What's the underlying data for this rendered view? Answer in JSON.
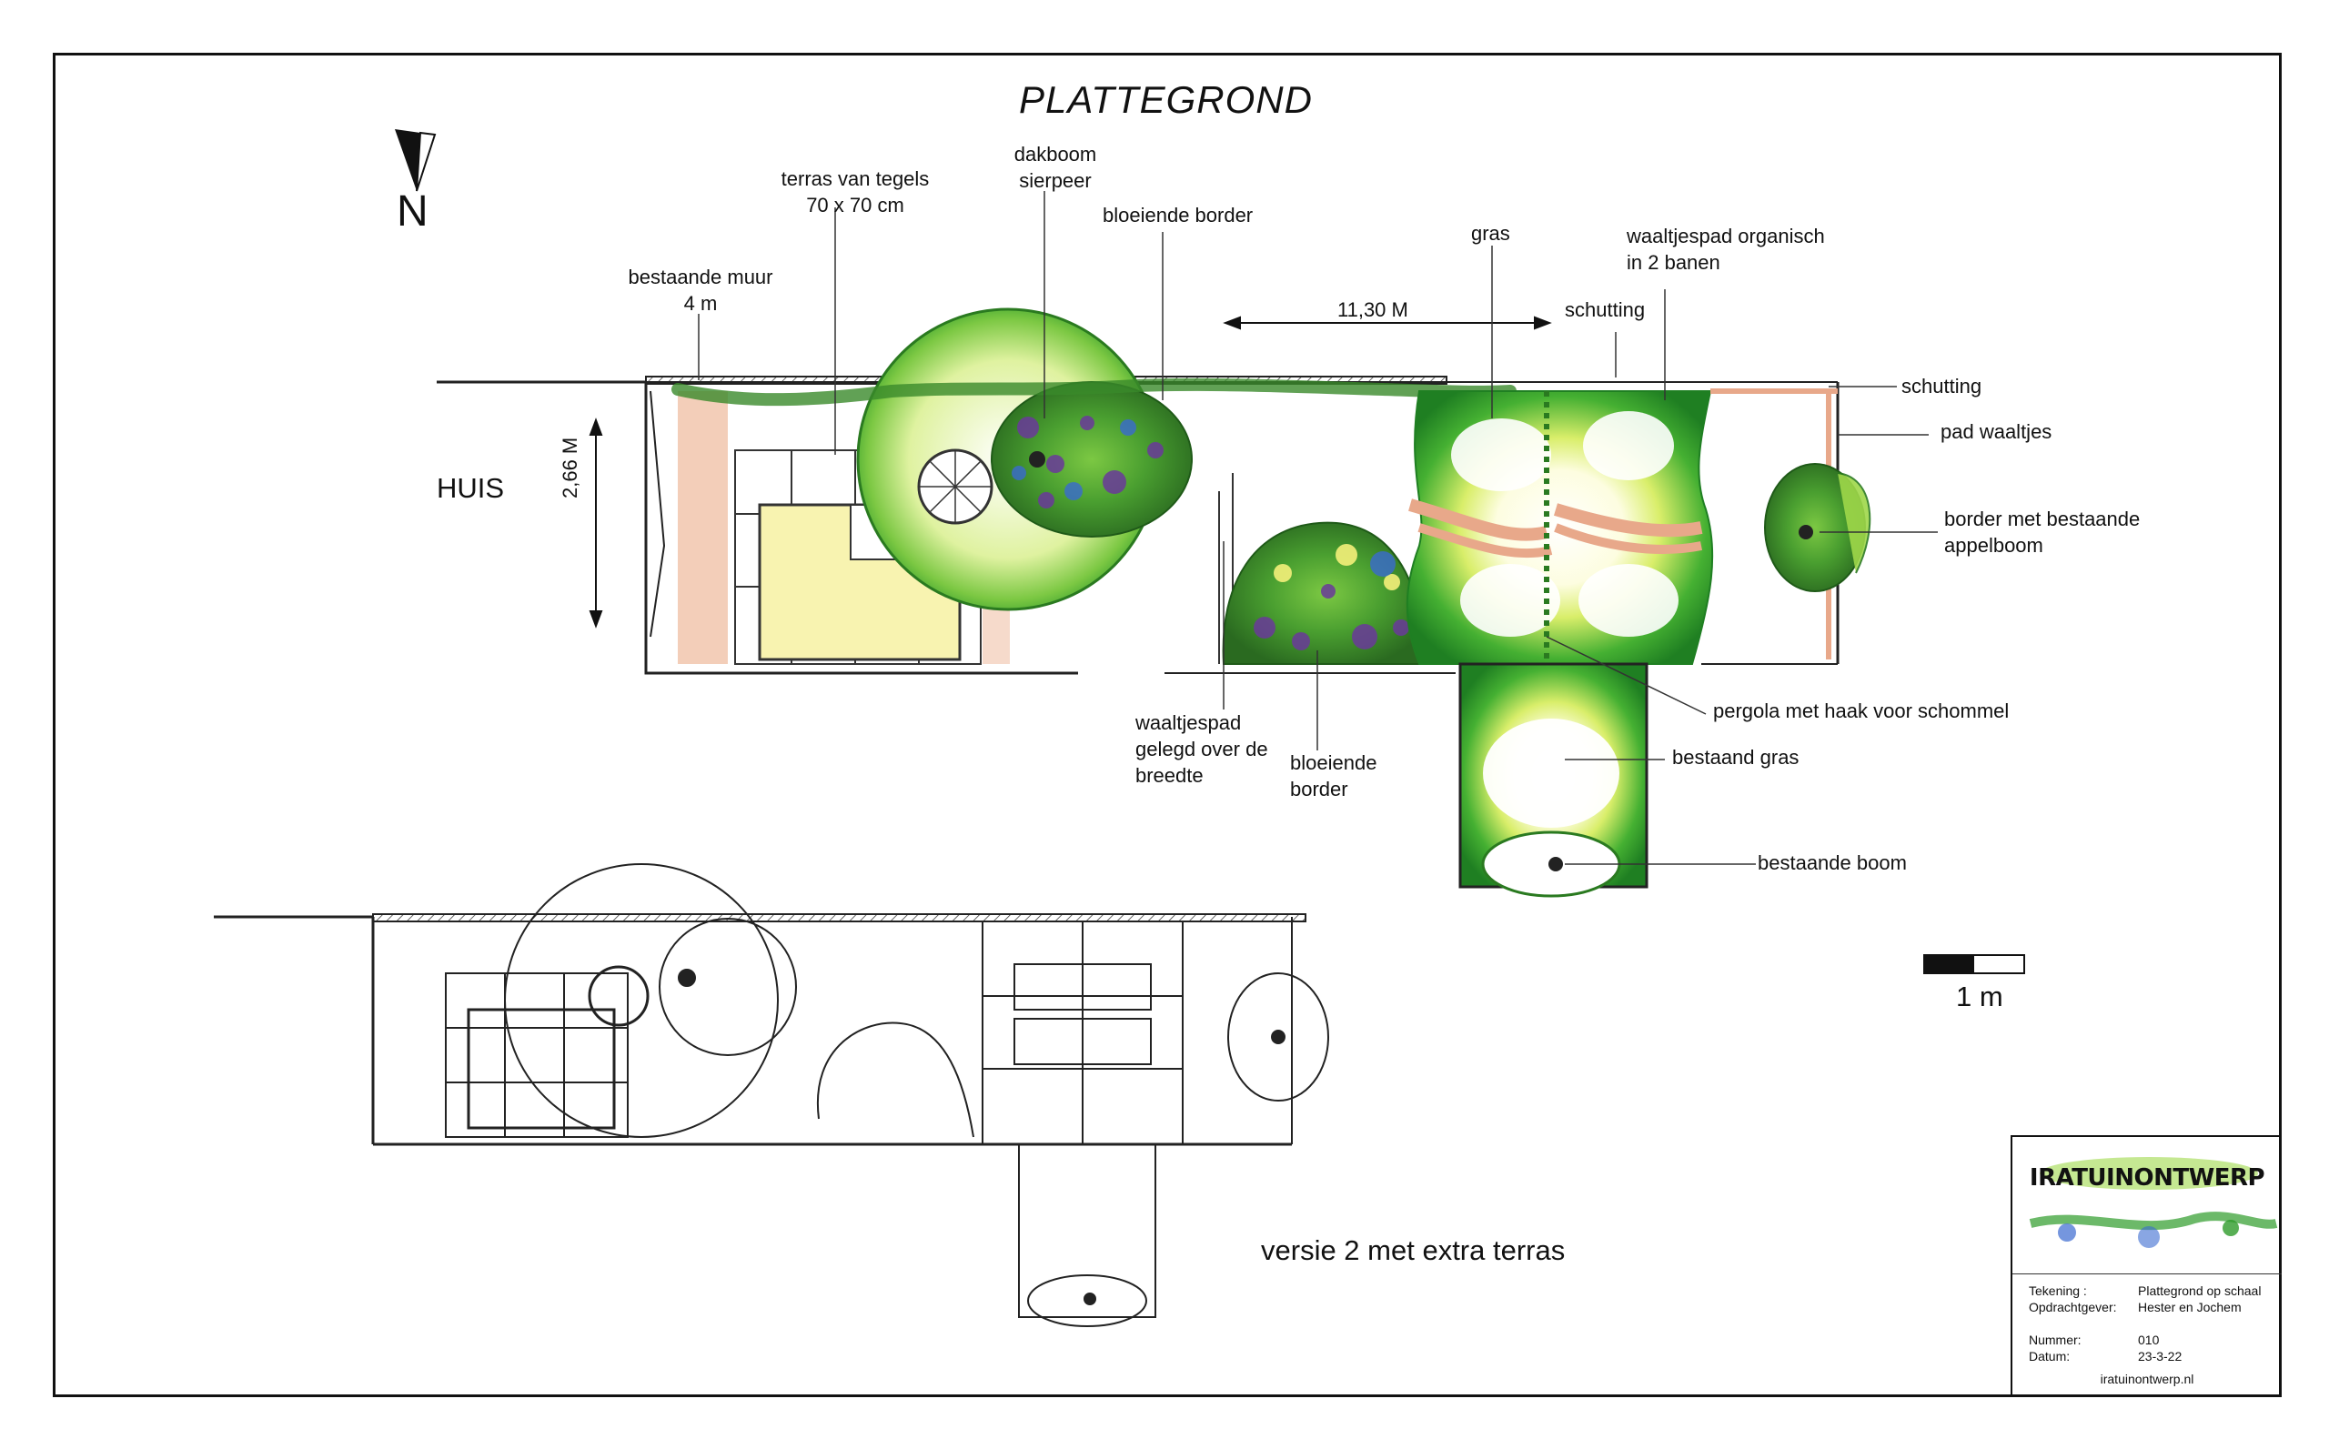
{
  "title": "PLATTEGROND",
  "north_label": "N",
  "house_label": "HUIS",
  "dimensions": {
    "width_house": "2,66 M",
    "length": "11,30 M"
  },
  "labels": {
    "bestaande_muur": "bestaande muur\n4 m",
    "terras_tegels": "terras van tegels\n70 x 70 cm",
    "dakboom": "dakboom\nsierpeer",
    "bloeiende_border_top": "bloeiende border",
    "gras": "gras",
    "waaltjespad_organisch": "waaltjespad organisch\nin 2 banen",
    "schutting_top": "schutting",
    "schutting_right": "schutting",
    "pad_waaltjes": "pad waaltjes",
    "border_appelboom": "border met bestaande\nappelboom",
    "pergola": "pergola met haak voor schommel",
    "bestaand_gras": "bestaand gras",
    "bestaande_boom": "bestaande boom",
    "waaltjespad_breedte": "waaltjespad\ngelegd over de\nbreedte",
    "bloeiende_border_bottom": "bloeiende\nborder"
  },
  "version2_label": "versie 2 met extra terras",
  "scale_label": "1 m",
  "titleblock": {
    "brand": "IRATUINONTWERP",
    "rows": [
      {
        "key": "Tekening :",
        "value": "Plattegrond op schaal"
      },
      {
        "key": "Opdrachtgever:",
        "value": "Hester en Jochem"
      },
      {
        "key": "Nummer:",
        "value": "010"
      },
      {
        "key": "Datum:",
        "value": "23-3-22"
      }
    ],
    "url": "iratuinontwerp.nl"
  },
  "colors": {
    "grass_green": "#2e9b2a",
    "light_green": "#9fd84a",
    "yellow": "#f4f07a",
    "terracotta": "#e8a88a",
    "purple": "#6a3a9a",
    "blue": "#3a6ad0",
    "tile_yellow": "#f8f3b0"
  }
}
